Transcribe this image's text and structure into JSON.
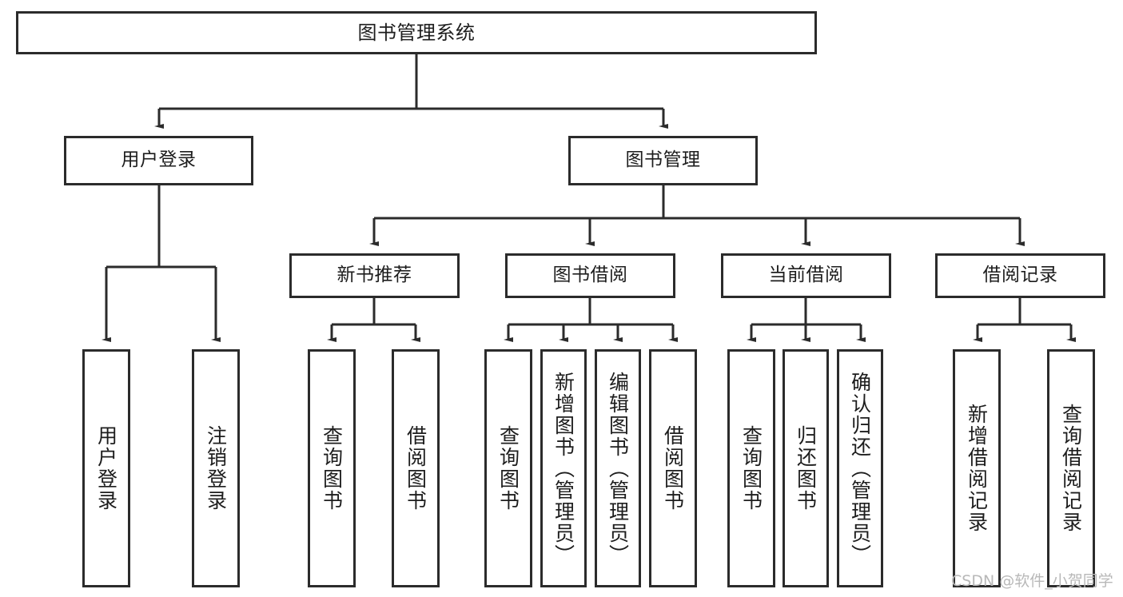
{
  "diagram": {
    "title": "图书管理系统",
    "type": "tree-hierarchy-diagram",
    "colors": {
      "border": "#2b2b2b",
      "background": "#ffffff",
      "text": "#1d1d1d",
      "watermark": "#b8b8b8"
    },
    "root": {
      "label": "图书管理系统"
    },
    "level2": [
      {
        "label": "用户登录"
      },
      {
        "label": "图书管理"
      }
    ],
    "level3": [
      {
        "label": "新书推荐"
      },
      {
        "label": "图书借阅"
      },
      {
        "label": "当前借阅"
      },
      {
        "label": "借阅记录"
      }
    ],
    "leaves": {
      "user_login": [
        {
          "label": "用户登录"
        },
        {
          "label": "注销登录"
        }
      ],
      "new_book_recommend": [
        {
          "label": "查询图书"
        },
        {
          "label": "借阅图书"
        }
      ],
      "book_borrow": [
        {
          "label": "查询图书"
        },
        {
          "label": "新增图书（管理员）"
        },
        {
          "label": "编辑图书（管理员）"
        },
        {
          "label": "借阅图书"
        }
      ],
      "current_borrow": [
        {
          "label": "查询图书"
        },
        {
          "label": "归还图书"
        },
        {
          "label": "确认归还（管理员）"
        }
      ],
      "borrow_record": [
        {
          "label": "新增借阅记录"
        },
        {
          "label": "查询借阅记录"
        }
      ]
    }
  },
  "watermark": {
    "text": "CSDN @软件_小贺同学"
  }
}
